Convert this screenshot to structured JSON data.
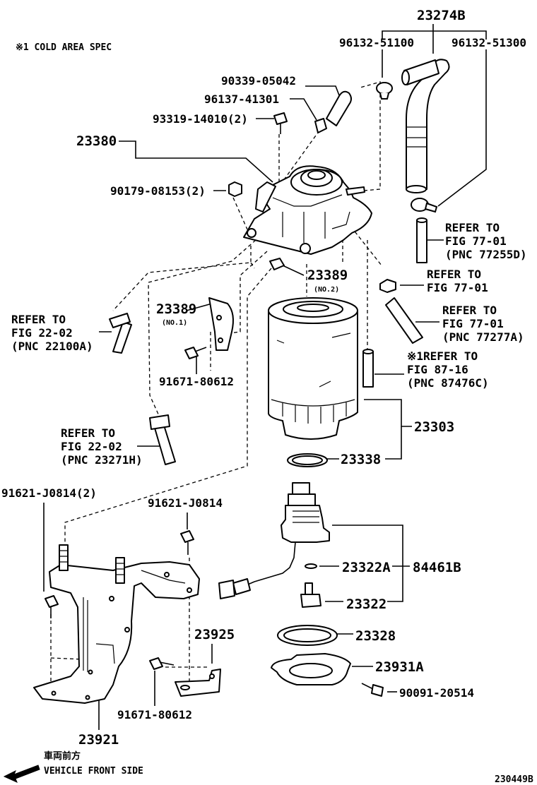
{
  "header_note": "※1 COLD AREA SPEC",
  "figure_id": "230449B",
  "vehicle_front_jp": "車両前方",
  "vehicle_front_en": "VEHICLE FRONT SIDE",
  "parts": {
    "p23274B": "23274B",
    "p96132_51100": "96132-51100",
    "p96132_51300": "96132-51300",
    "p90339_05042": "90339-05042",
    "p96137_41301": "96137-41301",
    "p93319_14010": "93319-14010(2)",
    "p23380": "23380",
    "p90179_08153": "90179-08153(2)",
    "p23389_no2": "23389",
    "p23389_no2_sub": "(NO.2)",
    "p23389_no1": "23389",
    "p23389_no1_sub": "(NO.1)",
    "p91671_80612_a": "91671-80612",
    "p23303": "23303",
    "p23338": "23338",
    "p91621_J0814_2": "91621-J0814(2)",
    "p91621_J0814": "91621-J0814",
    "p23322A": "23322A",
    "p84461B": "84461B",
    "p23322": "23322",
    "p23328": "23328",
    "p23925": "23925",
    "p23931A": "23931A",
    "p90091_20514": "90091-20514",
    "p91671_80612_b": "91671-80612",
    "p23921": "23921"
  },
  "refers": {
    "r77255": [
      "REFER TO",
      "FIG 77-01",
      "(PNC 77255D)"
    ],
    "r77_mid": [
      "REFER TO",
      "FIG 77-01"
    ],
    "r77277": [
      "REFER TO",
      "FIG 77-01",
      "(PNC 77277A)"
    ],
    "r87476": [
      "※1REFER TO",
      "FIG 87-16",
      "(PNC 87476C)"
    ],
    "r22100": [
      "REFER TO",
      "FIG 22-02",
      "(PNC 22100A)"
    ],
    "r23271": [
      "REFER TO",
      "FIG 22-02",
      "(PNC 23271H)"
    ]
  }
}
